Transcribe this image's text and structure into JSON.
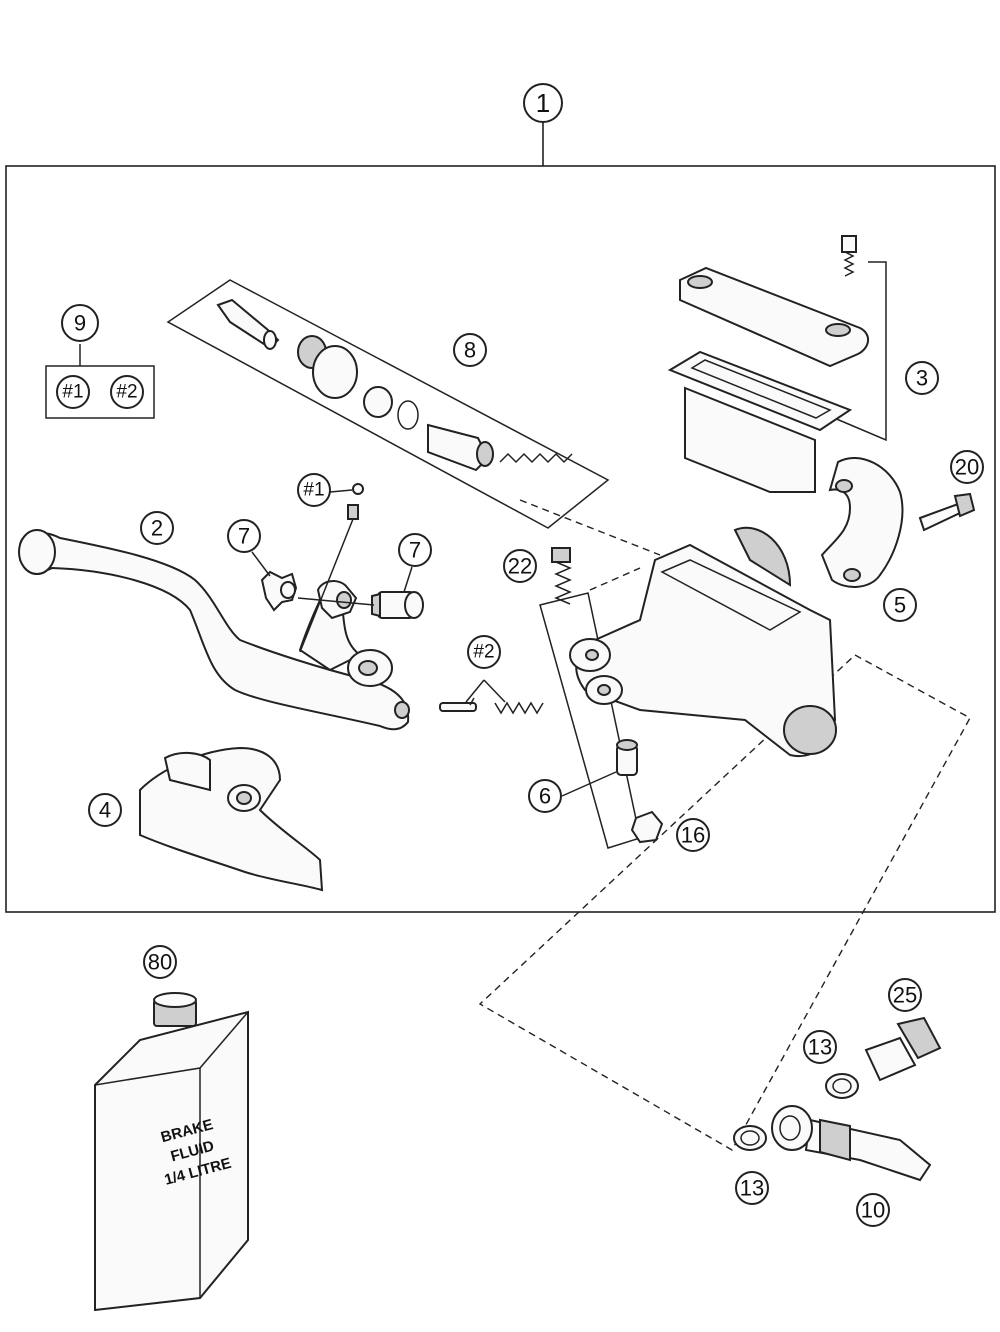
{
  "callouts": {
    "c1": "1",
    "c2": "2",
    "c3": "3",
    "c4": "4",
    "c5": "5",
    "c6": "6",
    "c7a": "7",
    "c7b": "7",
    "c8": "8",
    "c9": "9",
    "c9_h1": "#1",
    "c9_h2": "#2",
    "c10": "10",
    "c13a": "13",
    "c13b": "13",
    "c16": "16",
    "c20": "20",
    "c22": "22",
    "c25": "25",
    "c80": "80",
    "h1": "#1",
    "h2": "#2"
  },
  "bottle_label": {
    "line1": "BRAKE",
    "line2": "FLUID",
    "line3": "1/4 LITRE"
  }
}
